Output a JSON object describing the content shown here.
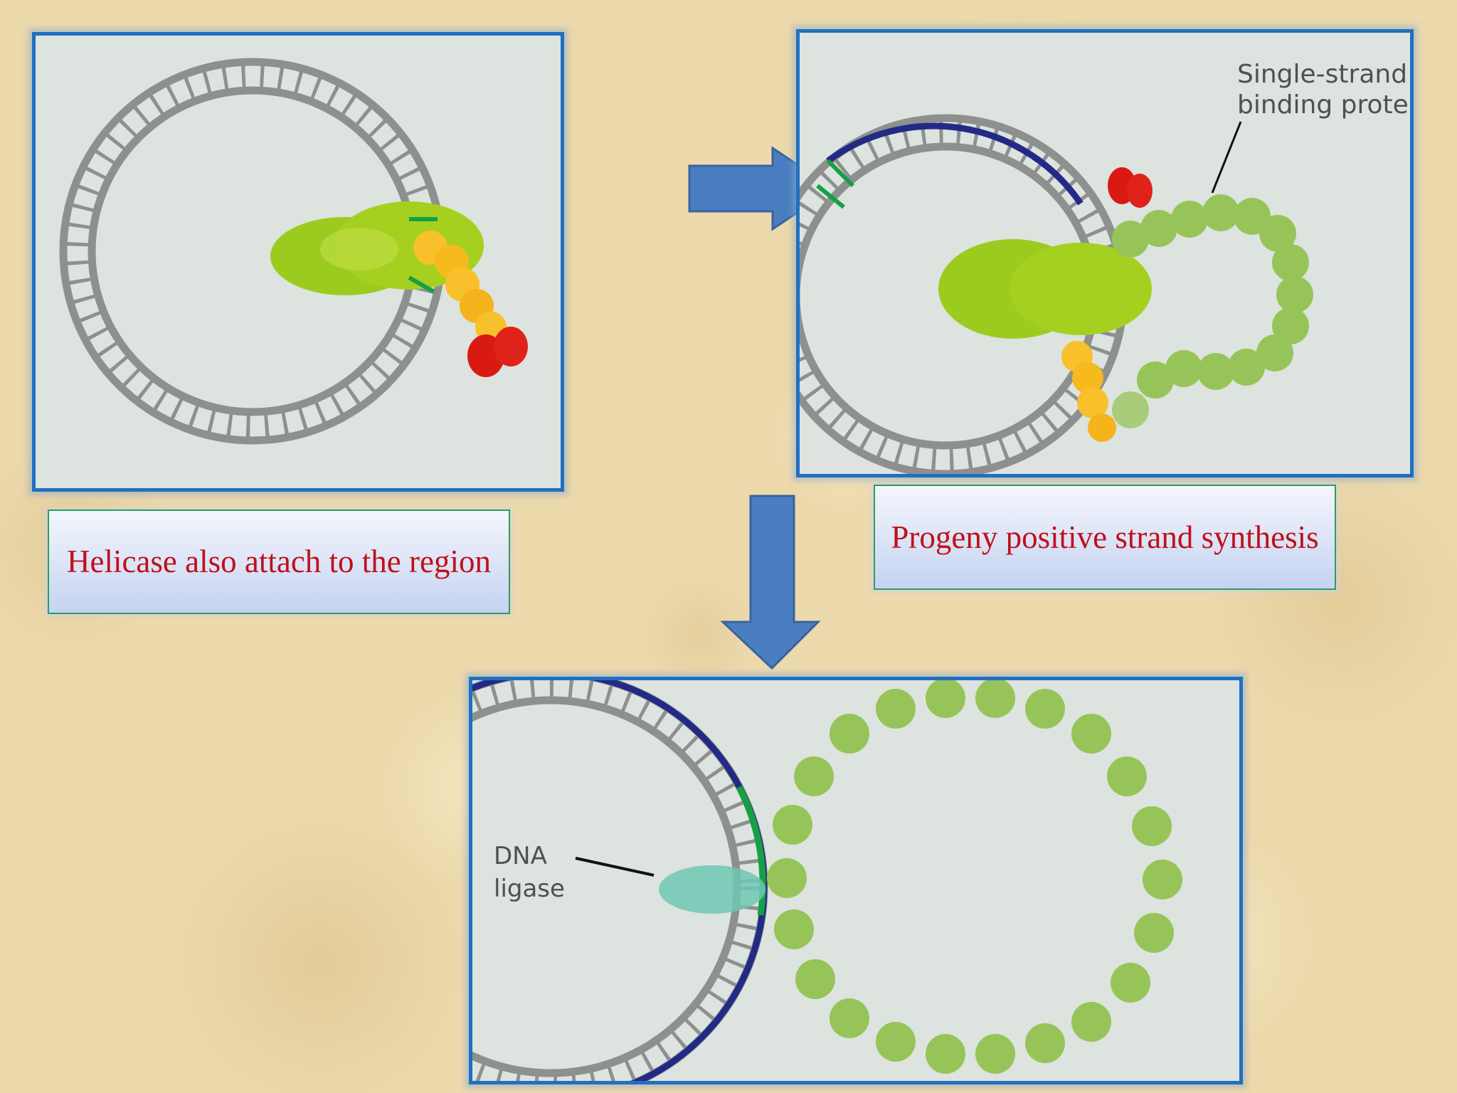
{
  "captions": {
    "helicase": "Helicase also attach to the region",
    "progeny": "Progeny positive strand synthesis"
  },
  "labels": {
    "ssb_line1": "Single-strand",
    "ssb_line2": "binding protein",
    "ligase_line1": "DNA",
    "ligase_line2": "ligase"
  },
  "colors": {
    "panel_border": "#1f70c1",
    "arrow_fill": "#4a7ec1",
    "caption_text": "#c0101a",
    "dna_strand": "#8e9090",
    "new_strand": "#232a86",
    "green_marker": "#16a046",
    "helicase_green": "#9ccb1f",
    "ssb_green": "#97c459",
    "protein_yellow": "#f8c02a",
    "protein_red": "#d81a12",
    "ligase_teal": "#6fc8b4"
  },
  "icons": [
    "arrow-right-icon",
    "arrow-down-icon"
  ]
}
